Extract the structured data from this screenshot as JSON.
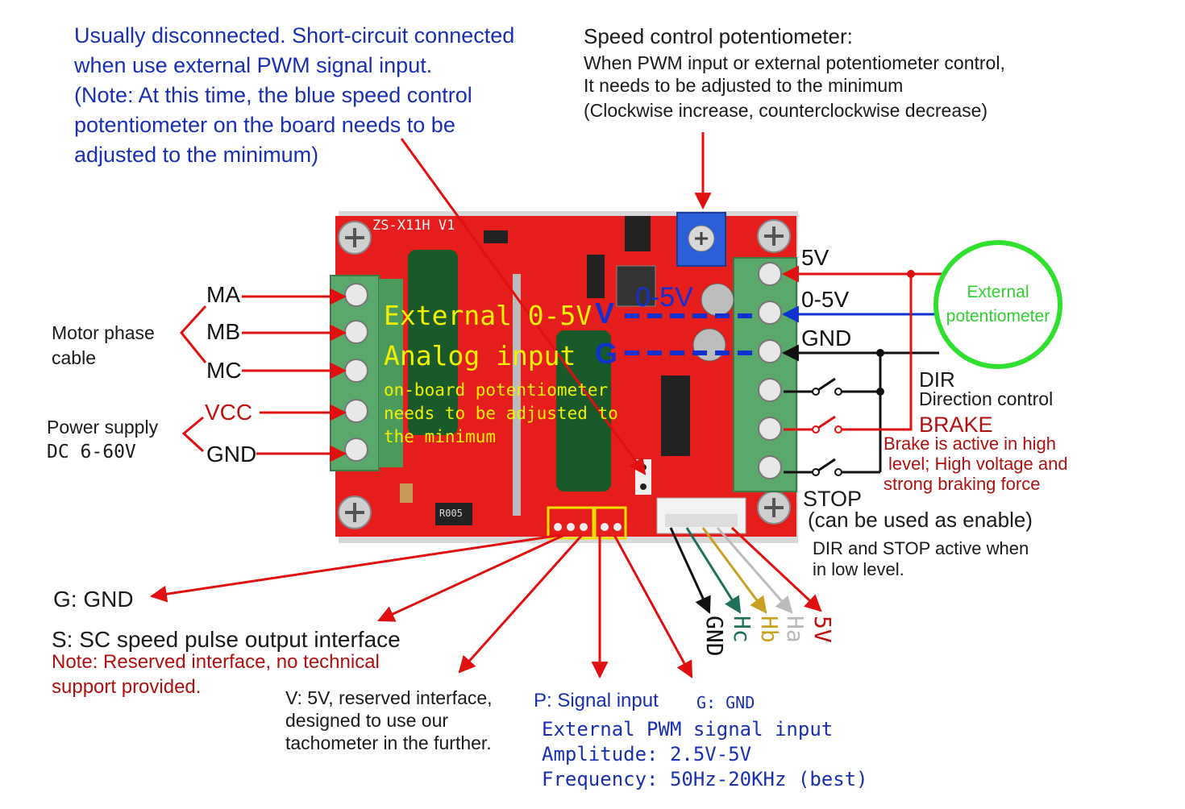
{
  "top_left_note": [
    "Usually disconnected. Short-circuit connected",
    "when use external PWM signal input.",
    "(Note: At this time, the blue speed control",
    "potentiometer on the board needs to be",
    "adjusted to the minimum)"
  ],
  "speed_pot": {
    "title": "Speed control potentiometer:",
    "lines": [
      "When  PWM input or external potentiometer control,",
      "It needs to be adjusted to the minimum",
      "(Clockwise increase, counterclockwise decrease)"
    ]
  },
  "board": {
    "model": "ZS-X11H V1",
    "resistor": "R005",
    "overlay": {
      "line1": "External 0-5V",
      "line2": "Analog input",
      "v_label": "V",
      "g_label": "G",
      "range": "0-5V",
      "sub": [
        "on-board potentiometer",
        "needs to be adjusted to",
        "the minimum"
      ]
    }
  },
  "motor": {
    "label": [
      "Motor phase",
      "cable"
    ],
    "pins": [
      "MA",
      "MB",
      "MC"
    ]
  },
  "power": {
    "label": [
      "Power supply",
      "DC 6-60V"
    ],
    "pins": [
      "VCC",
      "GND"
    ]
  },
  "right_terminals": {
    "v5": "5V",
    "v05": "0-5V",
    "gnd": "GND",
    "ext_pot": [
      "External",
      "potentiometer"
    ],
    "dir_title": "DIR",
    "dir_desc": "Direction control",
    "brake_title": "BRAKE",
    "brake_desc": [
      "Brake is active in high",
      "level; High voltage and",
      "strong braking force"
    ],
    "stop_title": "STOP",
    "stop_desc": "(can be used as enable)",
    "active_low": [
      "DIR and STOP active when",
      "in low level."
    ]
  },
  "hall": [
    "GND",
    "Hc",
    "Hb",
    "Ha",
    "5V"
  ],
  "bottom": {
    "g_gnd": "G: GND",
    "s_line": "S: SC speed pulse output interface",
    "s_note": [
      "Note: Reserved interface, no technical",
      "support provided."
    ],
    "v_line": [
      "V: 5V, reserved interface,",
      "designed to use our",
      "tachometer  in the further."
    ],
    "p_title": "P: Signal input",
    "p_gnd": "G: GND",
    "pwm": [
      "External PWM signal input",
      "Amplitude: 2.5V-5V",
      "Frequency: 50Hz-20KHz (best)"
    ]
  },
  "colors": {
    "board": "#e51d1d",
    "terminal": "#5aa86a",
    "arrow_red": "#e01010",
    "arrow_blue": "#1030d0",
    "pot_green": "#2fe02f"
  }
}
